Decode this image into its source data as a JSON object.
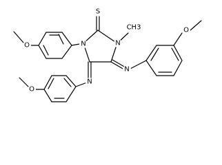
{
  "atoms": {
    "sulfur": "S",
    "ring_n1": "N",
    "ring_n3": "N",
    "imine_n_right": "N",
    "imine_n_bottom": "N",
    "methyl": "CH3",
    "methoxy_top_left_o": "O",
    "methoxy_right_o": "O",
    "methoxy_bottom_left_o": "O"
  },
  "colors": {
    "bond": "#000000",
    "text": "#000000",
    "background": "#ffffff"
  }
}
